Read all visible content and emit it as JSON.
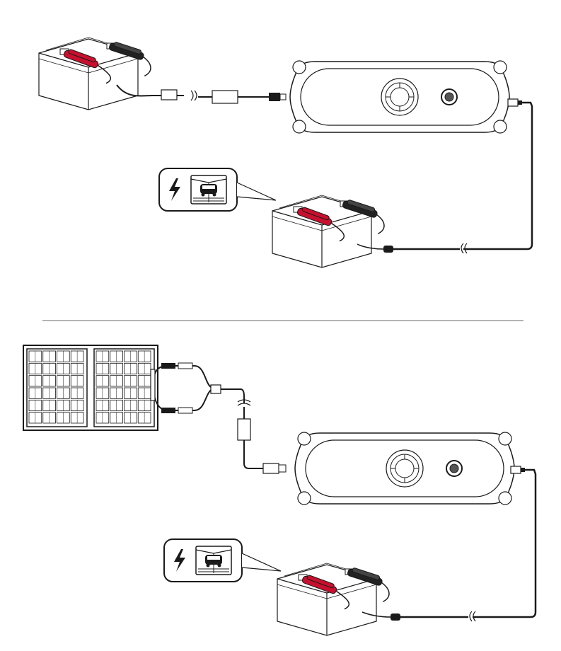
{
  "colors": {
    "background": "#ffffff",
    "stroke": "#1a1a1a",
    "clamp_positive": "#c8102e",
    "clamp_negative": "#222222",
    "divider": "#9a9a9a",
    "battery_fill": "#ffffff",
    "panel_fill": "#ffffff"
  },
  "diagrams": [
    {
      "name": "charge-from-battery",
      "source": "battery",
      "icons": [
        "bolt-icon",
        "car-manual-icon"
      ]
    },
    {
      "name": "charge-from-solar-panel",
      "source": "solar-panel",
      "icons": [
        "bolt-icon",
        "car-manual-icon"
      ]
    }
  ]
}
